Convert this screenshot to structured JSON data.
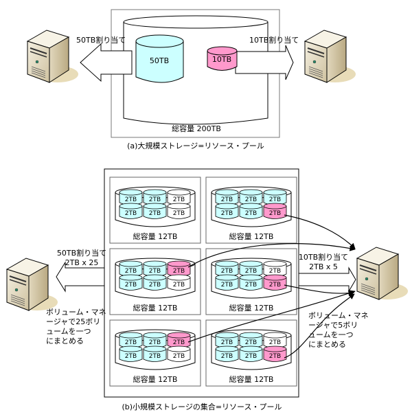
{
  "part_a": {
    "caption": "(a)大規模ストレージ=リソース・プール",
    "total_label": "総容量 200TB",
    "volumes": [
      {
        "label": "50TB",
        "color": "#ccffff"
      },
      {
        "label": "10TB",
        "color": "#ff99cc"
      }
    ],
    "left_arrow_label": "50TB割り当て",
    "right_arrow_label": "10TB割り当て"
  },
  "part_b": {
    "caption": "(b)小規模ストレージの集合=リソース・プール",
    "unit_label": "2TB",
    "box_total_label": "総容量 12TB",
    "colors": {
      "allocated_left": "#ccffff",
      "allocated_right": "#ff99cc",
      "free": "#ffffff"
    },
    "boxes": [
      {
        "cells": [
          "a",
          "a",
          "f",
          "a",
          "a",
          "f"
        ]
      },
      {
        "cells": [
          "a",
          "a",
          "a",
          "a",
          "a",
          "p"
        ]
      },
      {
        "cells": [
          "a",
          "a",
          "p",
          "a",
          "a",
          "f"
        ]
      },
      {
        "cells": [
          "a",
          "a",
          "f",
          "a",
          "a",
          "p"
        ]
      },
      {
        "cells": [
          "a",
          "a",
          "p",
          "a",
          "a",
          "f"
        ]
      },
      {
        "cells": [
          "a",
          "a",
          "f",
          "a",
          "a",
          "p"
        ]
      }
    ],
    "left_alloc": {
      "line1": "50TB割り当て",
      "line2": "2TB x 25"
    },
    "right_alloc": {
      "line1": "10TB割り当て",
      "line2": "2TB x 5"
    },
    "left_note": [
      "ボリューム・マネ",
      "ージャで25ボリ",
      "ュームを一つ",
      "にまとめる"
    ],
    "right_note": [
      "ボリューム・マネ",
      "ージャで5ボリ",
      "ュームを一つ",
      "にまとめる"
    ]
  }
}
